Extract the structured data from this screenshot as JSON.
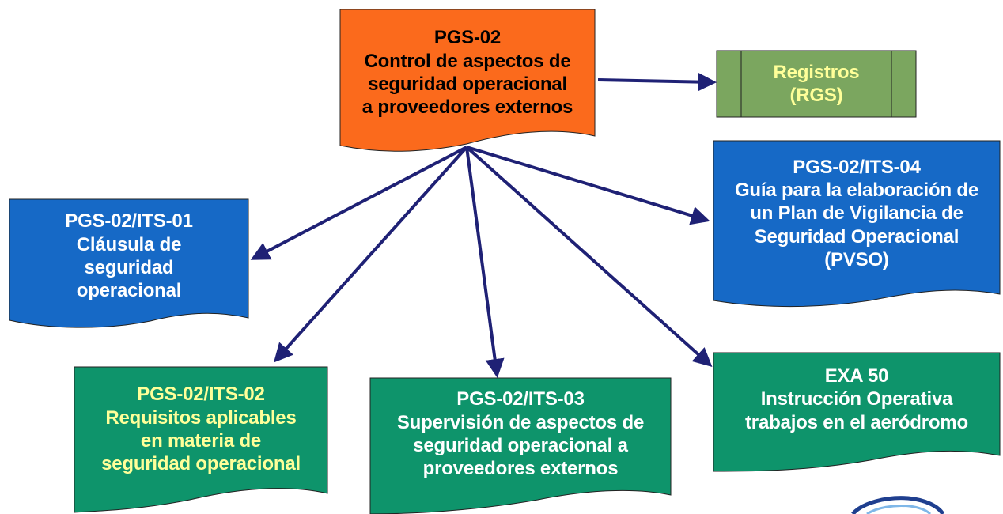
{
  "colors": {
    "main": "#fb6a1c",
    "registros": "#7ba65f",
    "blue": "#1669c6",
    "green": "#0e946b",
    "arrow": "#1f2175",
    "stroke": "#222222"
  },
  "main_doc": {
    "code": "PGS-02",
    "lines": [
      "Control de aspectos de",
      "seguridad operacional",
      "a proveedores externos"
    ]
  },
  "registros": {
    "lines": [
      "Registros",
      "(RGS)"
    ]
  },
  "its01": {
    "code": "PGS-02/ITS-01",
    "lines": [
      "Cláusula de",
      "seguridad",
      "operacional"
    ]
  },
  "its02": {
    "code": "PGS-02/ITS-02",
    "lines": [
      "Requisitos aplicables",
      "en materia de",
      "seguridad operacional"
    ]
  },
  "its03": {
    "code": "PGS-02/ITS-03",
    "lines": [
      "Supervisión de aspectos de",
      "seguridad operacional a",
      "proveedores externos"
    ]
  },
  "its04": {
    "code": "PGS-02/ITS-04",
    "lines": [
      "Guía para la elaboración de",
      "un Plan de Vigilancia de",
      "Seguridad Operacional",
      "(PVSO)"
    ]
  },
  "exa50": {
    "code": "EXA 50",
    "lines": [
      "Instrucción Operativa",
      "trabajos en el aeródromo"
    ]
  }
}
